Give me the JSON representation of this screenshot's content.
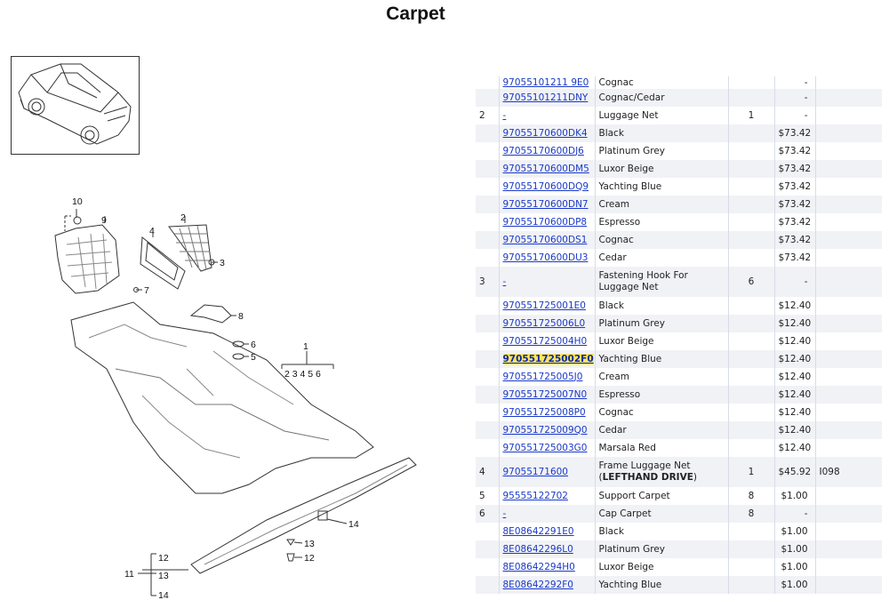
{
  "page": {
    "title": "Carpet"
  },
  "diagram": {
    "callouts": [
      "1",
      "2",
      "3",
      "4",
      "5",
      "6",
      "7",
      "8",
      "9",
      "10",
      "11",
      "12",
      "13",
      "14"
    ],
    "group_1_label": "2 3 4  5 6",
    "group_11_labels": [
      "12",
      "13",
      "14"
    ]
  },
  "parts_table": {
    "rows": [
      {
        "no": "",
        "part": "97055101211 9E0",
        "desc": "Cognac",
        "qty": "",
        "price": "-",
        "code": ""
      },
      {
        "no": "",
        "part": "97055101211DNY",
        "desc": "Cognac/Cedar",
        "qty": "",
        "price": "-",
        "code": ""
      },
      {
        "no": "2",
        "part": "-",
        "desc": "Luggage Net",
        "qty": "1",
        "price": "-",
        "code": ""
      },
      {
        "no": "",
        "part": "97055170600DK4",
        "desc": "Black",
        "qty": "",
        "price": "$73.42",
        "code": ""
      },
      {
        "no": "",
        "part": "97055170600DJ6",
        "desc": "Platinum Grey",
        "qty": "",
        "price": "$73.42",
        "code": ""
      },
      {
        "no": "",
        "part": "97055170600DM5",
        "desc": "Luxor Beige",
        "qty": "",
        "price": "$73.42",
        "code": ""
      },
      {
        "no": "",
        "part": "97055170600DQ9",
        "desc": "Yachting Blue",
        "qty": "",
        "price": "$73.42",
        "code": ""
      },
      {
        "no": "",
        "part": "97055170600DN7",
        "desc": "Cream",
        "qty": "",
        "price": "$73.42",
        "code": ""
      },
      {
        "no": "",
        "part": "97055170600DP8",
        "desc": "Espresso",
        "qty": "",
        "price": "$73.42",
        "code": ""
      },
      {
        "no": "",
        "part": "97055170600DS1",
        "desc": "Cognac",
        "qty": "",
        "price": "$73.42",
        "code": ""
      },
      {
        "no": "",
        "part": "97055170600DU3",
        "desc": "Cedar",
        "qty": "",
        "price": "$73.42",
        "code": ""
      },
      {
        "no": "3",
        "part": "-",
        "desc": "Fastening Hook For Luggage Net",
        "qty": "6",
        "price": "-",
        "code": "",
        "tall": true
      },
      {
        "no": "",
        "part": "970551725001E0",
        "desc": "Black",
        "qty": "",
        "price": "$12.40",
        "code": ""
      },
      {
        "no": "",
        "part": "970551725006L0",
        "desc": "Platinum Grey",
        "qty": "",
        "price": "$12.40",
        "code": ""
      },
      {
        "no": "",
        "part": "970551725004H0",
        "desc": "Luxor Beige",
        "qty": "",
        "price": "$12.40",
        "code": ""
      },
      {
        "no": "",
        "part": "970551725002F0",
        "desc": "Yachting Blue",
        "qty": "",
        "price": "$12.40",
        "code": "",
        "highlight": true
      },
      {
        "no": "",
        "part": "970551725005J0",
        "desc": "Cream",
        "qty": "",
        "price": "$12.40",
        "code": ""
      },
      {
        "no": "",
        "part": "970551725007N0",
        "desc": "Espresso",
        "qty": "",
        "price": "$12.40",
        "code": ""
      },
      {
        "no": "",
        "part": "970551725008P0",
        "desc": "Cognac",
        "qty": "",
        "price": "$12.40",
        "code": ""
      },
      {
        "no": "",
        "part": "970551725009Q0",
        "desc": "Cedar",
        "qty": "",
        "price": "$12.40",
        "code": ""
      },
      {
        "no": "",
        "part": "970551725003G0",
        "desc": "Marsala Red",
        "qty": "",
        "price": "$12.40",
        "code": ""
      },
      {
        "no": "4",
        "part": "97055171600",
        "desc": "Frame Luggage Net",
        "desc_bold": "LEFTHAND DRIVE",
        "qty": "1",
        "price": "$45.92",
        "code": "I098",
        "tall": true
      },
      {
        "no": "5",
        "part": "95555122702",
        "desc": "Support Carpet",
        "qty": "8",
        "price": "$1.00",
        "code": ""
      },
      {
        "no": "6",
        "part": "-",
        "desc": "Cap Carpet",
        "qty": "8",
        "price": "-",
        "code": ""
      },
      {
        "no": "",
        "part": "8E08642291E0",
        "desc": "Black",
        "qty": "",
        "price": "$1.00",
        "code": ""
      },
      {
        "no": "",
        "part": "8E08642296L0",
        "desc": "Platinum Grey",
        "qty": "",
        "price": "$1.00",
        "code": ""
      },
      {
        "no": "",
        "part": "8E08642294H0",
        "desc": "Luxor Beige",
        "qty": "",
        "price": "$1.00",
        "code": ""
      },
      {
        "no": "",
        "part": "8E08642292F0",
        "desc": "Yachting Blue",
        "qty": "",
        "price": "$1.00",
        "code": ""
      }
    ]
  },
  "colors": {
    "link": "#1a39c6",
    "highlight": "#ffe55c",
    "row_alt": "#f1f2f6",
    "grid": "#d8dce6"
  }
}
